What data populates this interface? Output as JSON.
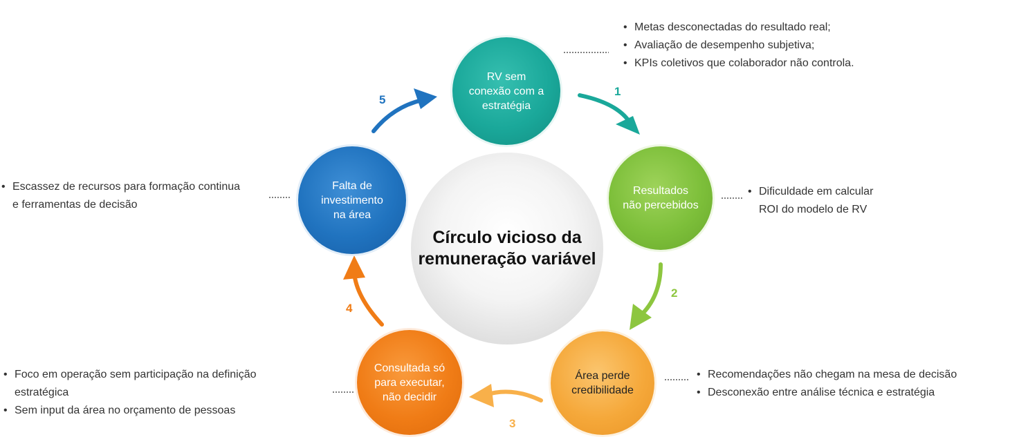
{
  "center_title": "Círculo vicioso da\nremuneração variável",
  "nodes": [
    {
      "label": "RV sem\nconexão com a\nestratégia",
      "color": "#1aa89a"
    },
    {
      "label": "Resultados\nnão percebidos",
      "color": "#7dbf3a"
    },
    {
      "label": "Área perde\ncredibilidade",
      "color": "#f5a83a"
    },
    {
      "label": "Consultada só\npara executar,\nnão decidir",
      "color": "#f07c16"
    },
    {
      "label": "Falta de\ninvestimento\nna área",
      "color": "#2073bf"
    }
  ],
  "steps": [
    "1",
    "2",
    "3",
    "4",
    "5"
  ],
  "notes": {
    "top": [
      "Metas desconectadas do resultado real;",
      "Avaliação de desempenho subjetiva;",
      "KPIs coletivos que colaborador não controla."
    ],
    "right": [
      "Dificuldade em calcular",
      "ROI do modelo de RV"
    ],
    "bottom_right": [
      "Recomendações não chegam na mesa de decisão",
      "Desconexão entre análise técnica e estratégia"
    ],
    "bottom_left": [
      "Foco em operação sem participação na definição",
      "estratégica",
      "Sem input da área no orçamento de pessoas"
    ],
    "left": [
      "Escassez de recursos para formação continua",
      "e ferramentas de decisão"
    ]
  }
}
